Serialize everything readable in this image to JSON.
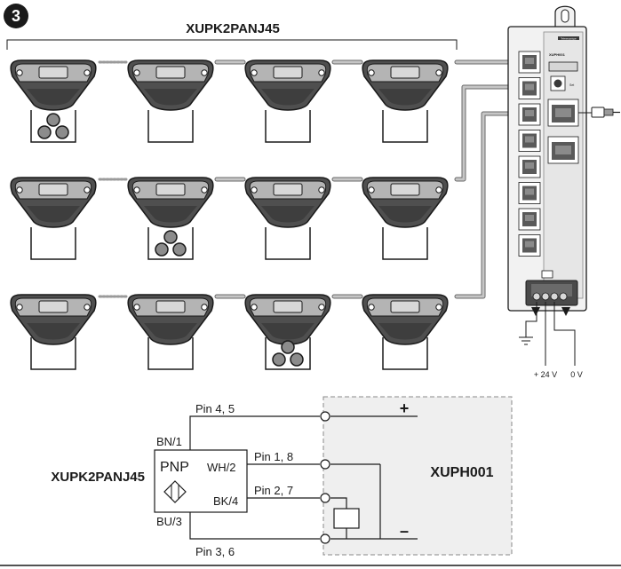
{
  "step_number": "3",
  "sensor_group_label": "XUPK2PANJ45",
  "module": {
    "brand_mark": "Telemecanique",
    "model_label": "XUPH001",
    "set_button_label": "Set",
    "ground_symbol": "ground",
    "supply_plus_label": "+ 24 V",
    "supply_zero_label": "0 V",
    "rj45_ports": 8,
    "rj45_ports_note": "8 sensor ports + 2 network ports"
  },
  "sensors": {
    "rows": 3,
    "per_row": 4,
    "bins_with_objects": [
      {
        "row": 1,
        "column": 1
      },
      {
        "row": 2,
        "column": 2
      },
      {
        "row": 3,
        "column": 3
      }
    ]
  },
  "wiring": {
    "sensor_label": "XUPK2PANJ45",
    "sensor_output_type": "PNP",
    "module_label": "XUPH001",
    "left_pins": {
      "top": "BN/1",
      "bottom": "BU/3"
    },
    "right_pins": {
      "upper": "WH/2",
      "lower": "BK/4"
    },
    "pin_labels": {
      "top": "Pin 4, 5",
      "middle_upper": "Pin 1, 8",
      "middle_lower": "Pin 2, 7",
      "bottom": "Pin 3, 6"
    },
    "plus_symbol": "+",
    "minus_symbol": "–"
  },
  "colors": {
    "sensor_dark": "#4f4f4f",
    "sensor_light": "#b4b4b4",
    "cable": "#9a9a9a",
    "line": "#1a1a1a",
    "module_body": "#f2f2f2"
  }
}
